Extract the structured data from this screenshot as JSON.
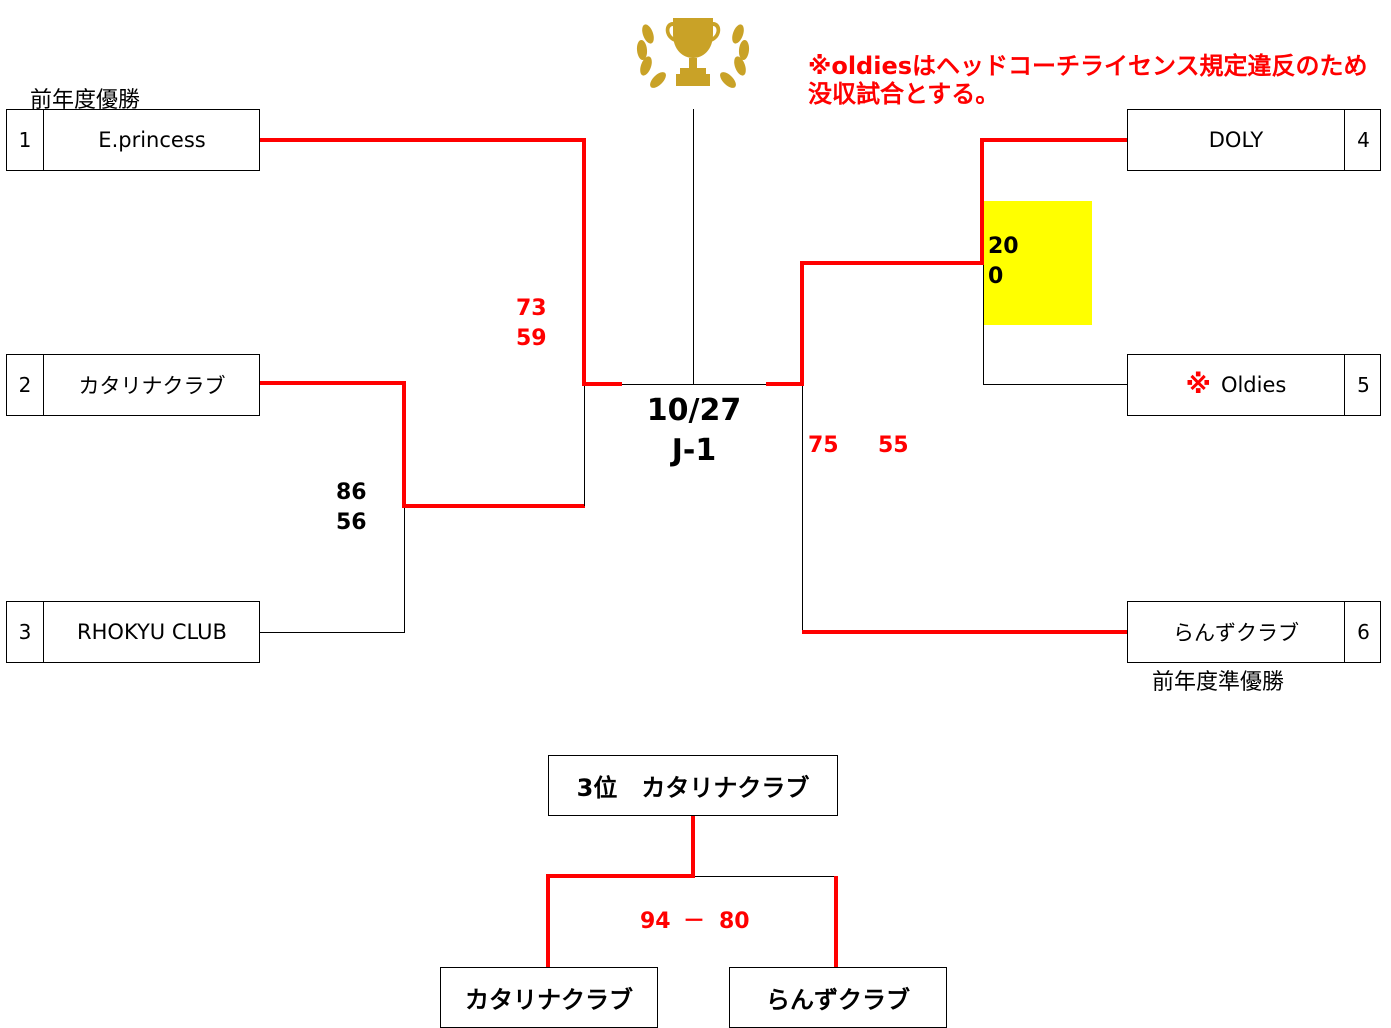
{
  "labels": {
    "champion_prev": "前年度優勝",
    "runnerup_prev": "前年度準優勝"
  },
  "notice": {
    "line1": "※oldiesはヘッドコーチライセンス規定違反のため",
    "line2": "没収試合とする。"
  },
  "final": {
    "date": "10/27",
    "venue": "J-1"
  },
  "teams": [
    {
      "seed": "1",
      "name": "E.princess"
    },
    {
      "seed": "2",
      "name": "カタリナクラブ"
    },
    {
      "seed": "3",
      "name": "RHOKYU CLUB"
    },
    {
      "seed": "4",
      "name": "DOLY"
    },
    {
      "seed": "5",
      "mark": "※",
      "name": "Oldies"
    },
    {
      "seed": "6",
      "name": "らんずクラブ"
    }
  ],
  "scores": {
    "semi_left_a": "73",
    "semi_left_b": "59",
    "qf_left_a": "86",
    "qf_left_b": "56",
    "qf_right_a": "20",
    "qf_right_b": "0",
    "semi_right_a": "75",
    "semi_right_b": "55"
  },
  "third_place": {
    "title": "3位　カタリナクラブ",
    "score_a": "94",
    "dash": "－",
    "score_b": "80",
    "team_a": "カタリナクラブ",
    "team_b": "らんずクラブ"
  },
  "colors": {
    "win_line": "#ff0000",
    "highlight": "#ffff00",
    "trophy": "#c9a227"
  },
  "icons": {
    "trophy": "trophy-laurel-icon"
  }
}
